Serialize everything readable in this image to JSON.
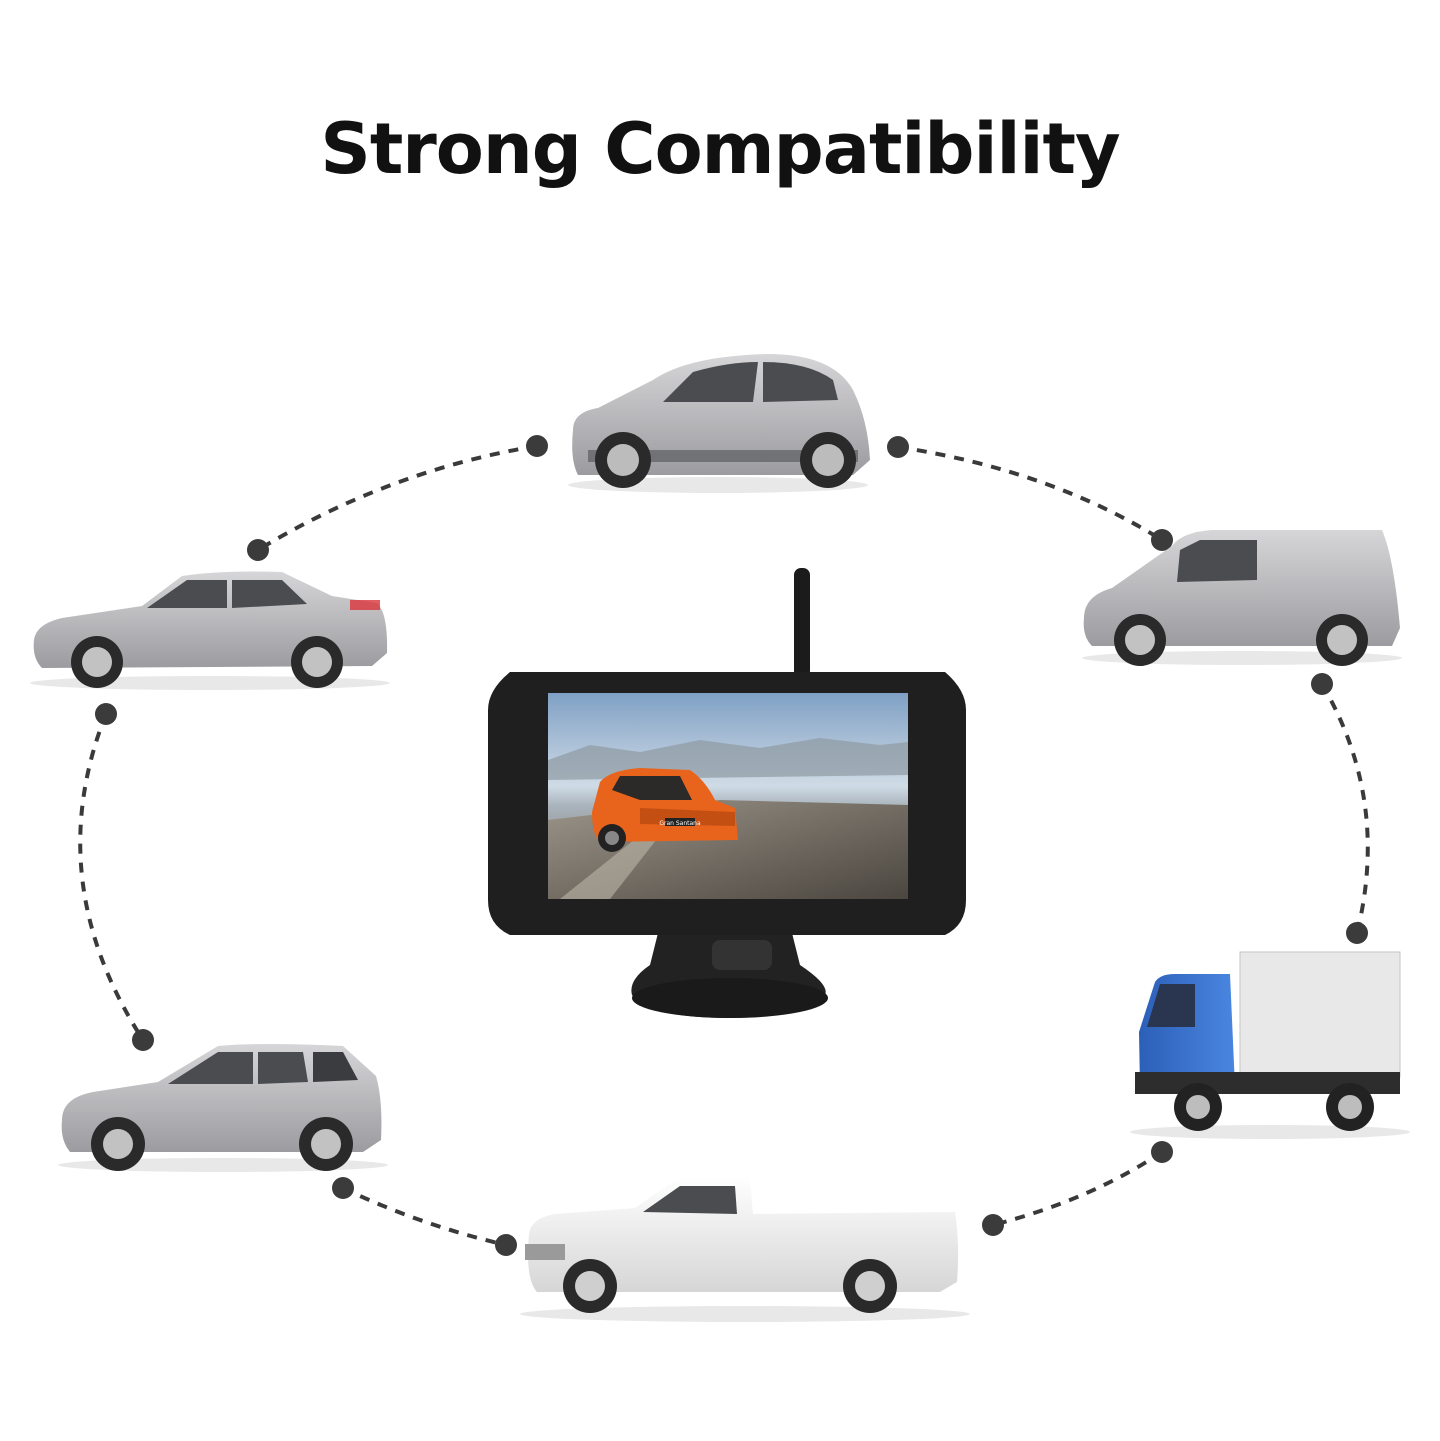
{
  "header": {
    "title": "Strong Compatibility"
  },
  "colors": {
    "title": "#111111",
    "connector": "#3a3a3a",
    "dot": "#3b3b3b",
    "vehicle_silver": "#b9b9bb",
    "truck_cab": "#3b73d0",
    "cargo_box": "#e8e8e8",
    "monitor_frame": "#1f1f1f",
    "screen_car": "#e8641c"
  },
  "monitor": {
    "screen_label": "Gran Santana"
  },
  "vehicles": [
    {
      "type": "hatchback",
      "icon": "hatchback-car-icon"
    },
    {
      "type": "van",
      "icon": "cargo-van-icon"
    },
    {
      "type": "box-truck",
      "icon": "box-truck-icon"
    },
    {
      "type": "pickup",
      "icon": "pickup-truck-icon"
    },
    {
      "type": "suv",
      "icon": "suv-icon"
    },
    {
      "type": "sedan",
      "icon": "sedan-car-icon"
    }
  ]
}
